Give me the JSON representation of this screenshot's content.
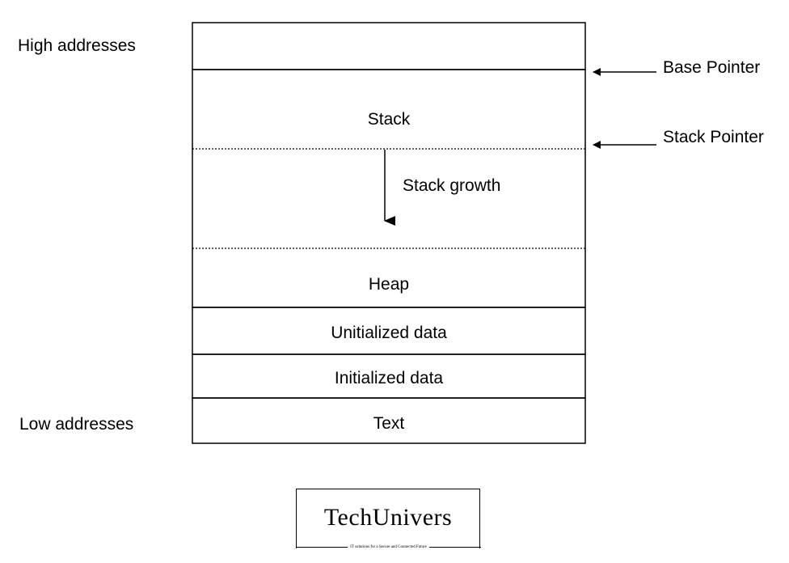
{
  "address_labels": {
    "high": "High addresses",
    "low": "Low addresses"
  },
  "pointers": {
    "base": "Base Pointer",
    "stack": "Stack Pointer"
  },
  "segments": {
    "stack": "Stack",
    "stack_growth": "Stack growth",
    "heap": "Heap",
    "uninitialized_data": "Unitialized data",
    "initialized_data": "Initialized data",
    "text": "Text"
  },
  "logo": {
    "name": "TechUnivers",
    "tagline": "IT solutions for a Secure and Connected Future"
  }
}
